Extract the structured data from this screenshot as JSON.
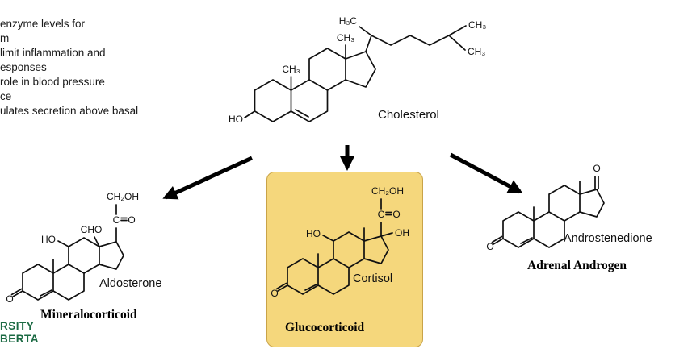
{
  "slide": {
    "notes_lines": [
      "enzyme levels for",
      "m",
      "limit inflammation and",
      "esponses",
      "role in blood pressure",
      "ce",
      "ulates secretion above basal"
    ],
    "logo": {
      "line1": "RSITY",
      "line2": "BERTA",
      "color": "#1b6a43"
    }
  },
  "pathway": {
    "cholesterol": {
      "name": "Cholesterol",
      "labels": {
        "h3c": "H₃C",
        "c18_ch3": "CH₃",
        "c19_ch3": "CH₃",
        "c26_ch3": "CH₃",
        "c27_ch3": "CH₃",
        "ho": "HO"
      }
    },
    "mineralocorticoid": {
      "molecule": "Aldosterone",
      "class_label": "Mineralocorticoid",
      "labels": {
        "ch2oh": "CH₂OH",
        "carbonyl_c": "C",
        "carbonyl_o": "O",
        "cho": "CHO",
        "ho": "HO",
        "keto_o": "O"
      }
    },
    "glucocorticoid": {
      "molecule": "Cortisol",
      "class_label": "Glucocorticoid",
      "highlight_fill": "#f5d77c",
      "highlight_border": "#c9a348",
      "labels": {
        "ch2oh": "CH₂OH",
        "carbonyl_c": "C",
        "carbonyl_o": "O",
        "ho": "HO",
        "oh": "OH",
        "keto_o": "O"
      }
    },
    "adrenal_androgen": {
      "molecule": "Androstenedione",
      "class_label": "Adrenal Androgen",
      "labels": {
        "o17": "O",
        "keto_o": "O"
      }
    }
  }
}
